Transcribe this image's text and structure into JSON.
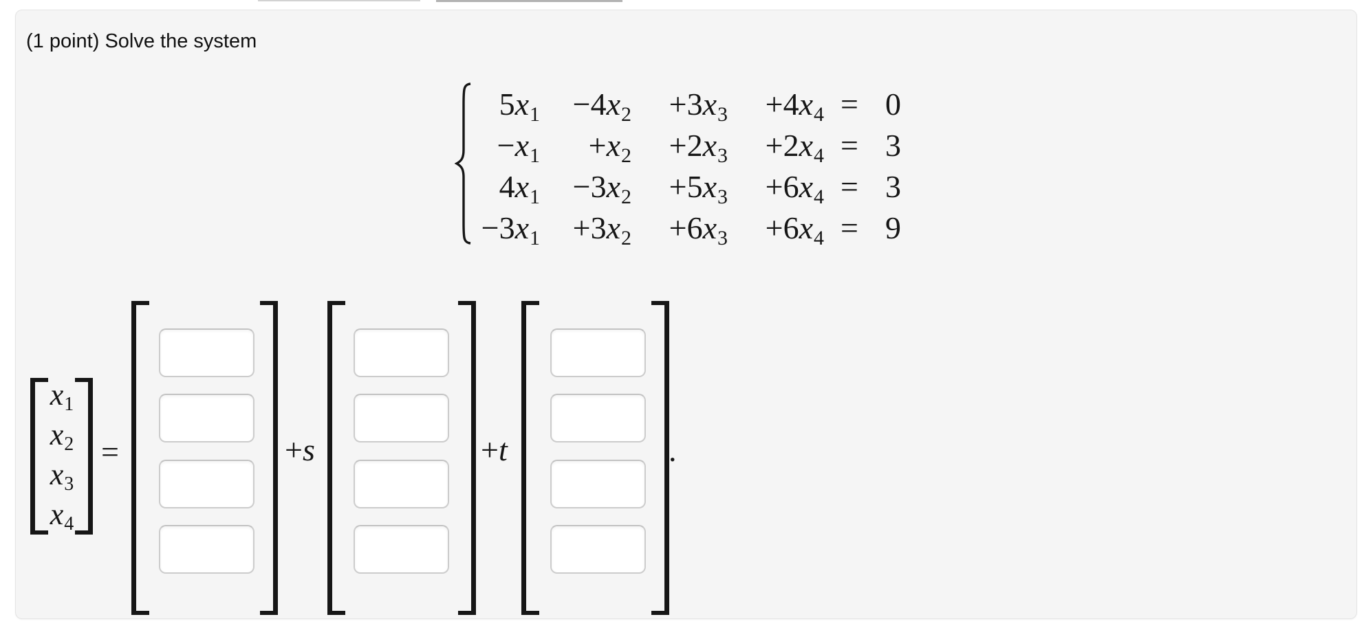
{
  "header": {
    "prompt": "(1 point) Solve the system"
  },
  "system": {
    "rows": [
      {
        "t": [
          {
            "c": "5",
            "v": "x",
            "s": "1"
          },
          {
            "c": "−4",
            "v": "x",
            "s": "2"
          },
          {
            "c": "+3",
            "v": "x",
            "s": "3"
          },
          {
            "c": "+4",
            "v": "x",
            "s": "4"
          }
        ],
        "eq": "=",
        "rhs": "0"
      },
      {
        "t": [
          {
            "c": "−",
            "v": "x",
            "s": "1"
          },
          {
            "c": "+",
            "v": "x",
            "s": "2"
          },
          {
            "c": "+2",
            "v": "x",
            "s": "3"
          },
          {
            "c": "+2",
            "v": "x",
            "s": "4"
          }
        ],
        "eq": "=",
        "rhs": "3"
      },
      {
        "t": [
          {
            "c": "4",
            "v": "x",
            "s": "1"
          },
          {
            "c": "−3",
            "v": "x",
            "s": "2"
          },
          {
            "c": "+5",
            "v": "x",
            "s": "3"
          },
          {
            "c": "+6",
            "v": "x",
            "s": "4"
          }
        ],
        "eq": "=",
        "rhs": "3"
      },
      {
        "t": [
          {
            "c": "−3",
            "v": "x",
            "s": "1"
          },
          {
            "c": "+3",
            "v": "x",
            "s": "2"
          },
          {
            "c": "+6",
            "v": "x",
            "s": "3"
          },
          {
            "c": "+6",
            "v": "x",
            "s": "4"
          }
        ],
        "eq": "=",
        "rhs": "9"
      }
    ]
  },
  "answer": {
    "lhs": [
      {
        "v": "x",
        "s": "1"
      },
      {
        "v": "x",
        "s": "2"
      },
      {
        "v": "x",
        "s": "3"
      },
      {
        "v": "x",
        "s": "4"
      }
    ],
    "equals": "=",
    "s_term": {
      "op": "+",
      "var": "s"
    },
    "t_term": {
      "op": "+",
      "var": "t"
    },
    "period": ".",
    "vectors": [
      {
        "entries": [
          "",
          "",
          "",
          ""
        ]
      },
      {
        "entries": [
          "",
          "",
          "",
          ""
        ]
      },
      {
        "entries": [
          "",
          "",
          "",
          ""
        ]
      }
    ]
  },
  "colors": {
    "page_bg": "#ffffff",
    "panel_bg": "#f5f5f5",
    "panel_border": "#e4e4e4",
    "ink": "#161616",
    "input_border": "#cccccc"
  }
}
